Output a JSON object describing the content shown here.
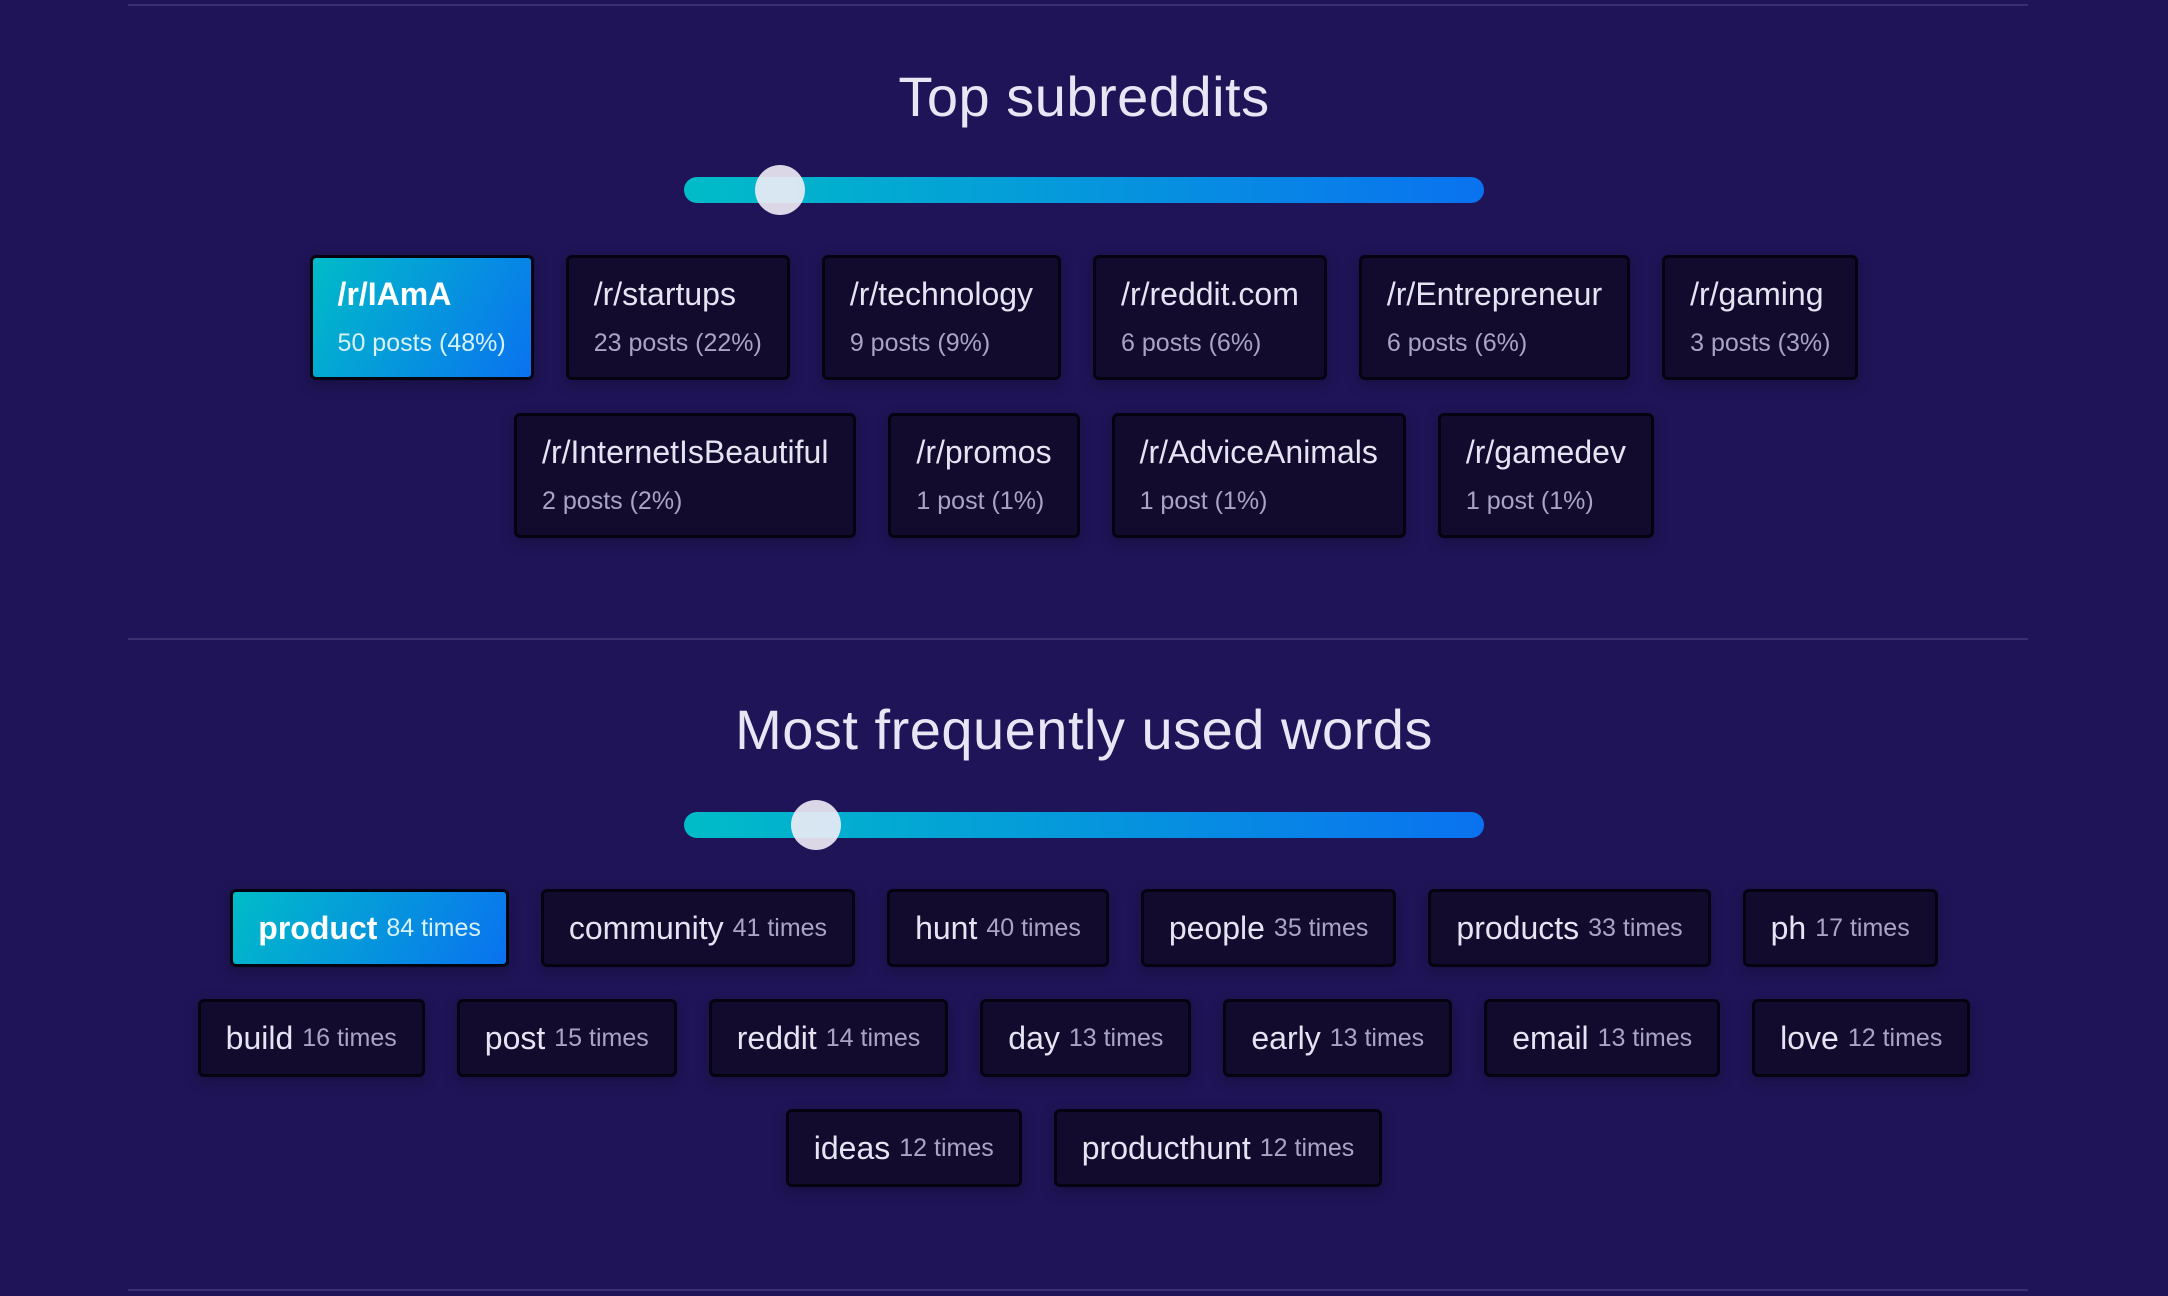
{
  "subreddits": {
    "title": "Top subreddits",
    "slider_value_fraction": 0.12,
    "rows": [
      [
        {
          "name": "/r/IAmA",
          "count": "50 posts (48%)",
          "active": true
        },
        {
          "name": "/r/startups",
          "count": "23 posts (22%)"
        },
        {
          "name": "/r/technology",
          "count": "9 posts (9%)"
        },
        {
          "name": "/r/reddit.com",
          "count": "6 posts (6%)"
        },
        {
          "name": "/r/Entrepreneur",
          "count": "6 posts (6%)"
        },
        {
          "name": "/r/gaming",
          "count": "3 posts (3%)"
        }
      ],
      [
        {
          "name": "/r/InternetIsBeautiful",
          "count": "2 posts (2%)"
        },
        {
          "name": "/r/promos",
          "count": "1 post (1%)"
        },
        {
          "name": "/r/AdviceAnimals",
          "count": "1 post (1%)"
        },
        {
          "name": "/r/gamedev",
          "count": "1 post (1%)"
        }
      ]
    ]
  },
  "words": {
    "title": "Most frequently used words",
    "slider_value_fraction": 0.165,
    "rows": [
      [
        {
          "word": "product",
          "count": "84 times",
          "active": true
        },
        {
          "word": "community",
          "count": "41 times"
        },
        {
          "word": "hunt",
          "count": "40 times"
        },
        {
          "word": "people",
          "count": "35 times"
        },
        {
          "word": "products",
          "count": "33 times"
        },
        {
          "word": "ph",
          "count": "17 times"
        }
      ],
      [
        {
          "word": "build",
          "count": "16 times"
        },
        {
          "word": "post",
          "count": "15 times"
        },
        {
          "word": "reddit",
          "count": "14 times"
        },
        {
          "word": "day",
          "count": "13 times"
        },
        {
          "word": "early",
          "count": "13 times"
        },
        {
          "word": "email",
          "count": "13 times"
        },
        {
          "word": "love",
          "count": "12 times"
        }
      ],
      [
        {
          "word": "ideas",
          "count": "12 times"
        },
        {
          "word": "producthunt",
          "count": "12 times"
        }
      ]
    ]
  }
}
